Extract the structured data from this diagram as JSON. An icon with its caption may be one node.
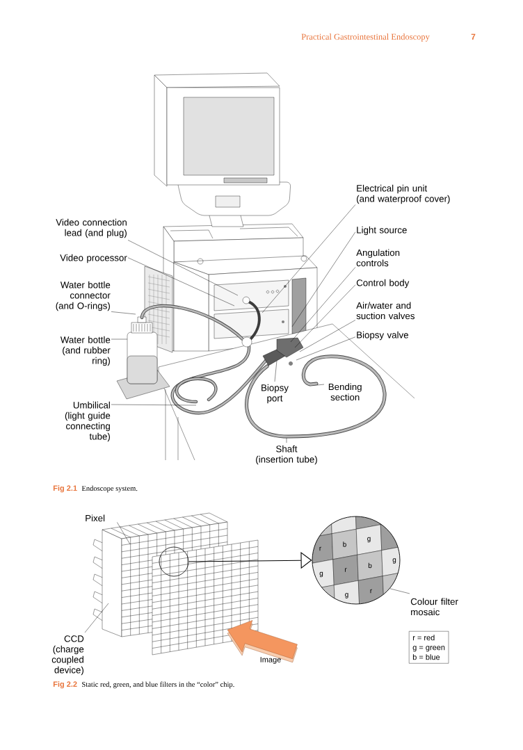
{
  "diagram": {
    "nodes": [
      {
        "text": [
          "Electrical pin unit (and waterproof cover)"
        ]
      },
      {
        "text": [
          "Video connection lead (and plug)"
        ]
      },
      {
        "text": [
          "Light source"
        ]
      },
      {
        "text": [
          "Angulation controls"
        ]
      },
      {
        "text": [
          "Video processor"
        ]
      },
      {
        "text": [
          "Control body"
        ]
      },
      {
        "text": [
          "Water bottle connector (and O-rings)"
        ]
      },
      {
        "text": [
          "Air/water and suction valves"
        ]
      },
      {
        "text": [
          "Water bottle (and rubber ring)"
        ]
      },
      {
        "text": [
          "Biopsy valve"
        ]
      },
      {
        "text": [
          "Biopsy port"
        ]
      },
      {
        "text": [
          "Bending section"
        ]
      },
      {
        "text": [
          "Umbilical (light guide connecting tube)"
        ]
      },
      {
        "text": [
          "Shaft (insertion tube)"
        ]
      },
      {
        "text": [
          "Pixel"
        ]
      },
      {
        "text": [],
        "shape": "circle"
      },
      {
        "text": [
          "r",
          "b",
          "g",
          "g",
          "r",
          "b",
          "g",
          "g",
          "r"
        ]
      },
      {
        "text": [
          "Colour filter mosaic"
        ]
      },
      {
        "text": [
          "CCD (charge coupled device)"
        ]
      },
      {
        "text": [
          "r = red",
          "g = green",
          "b = blue"
        ]
      }
    ],
    "edges": [
      {
        "from": 0,
        "to": null,
        "arrow": "none"
      },
      {
        "from": 1,
        "to": null,
        "arrow": "none"
      },
      {
        "from": 2,
        "to": null,
        "arrow": "none"
      },
      {
        "from": 3,
        "to": null,
        "arrow": "none"
      },
      {
        "from": 4,
        "to": null,
        "arrow": "none"
      },
      {
        "from": 5,
        "to": null,
        "arrow": "none"
      },
      {
        "from": 6,
        "to": null,
        "arrow": "none"
      },
      {
        "from": 7,
        "to": null,
        "arrow": "none"
      },
      {
        "from": 8,
        "to": null,
        "arrow": "none"
      },
      {
        "from": 9,
        "to": null,
        "arrow": "none"
      },
      {
        "from": 10,
        "to": null,
        "arrow": "none"
      },
      {
        "from": 11,
        "to": null,
        "arrow": "none"
      },
      {
        "from": 12,
        "to": null,
        "arrow": "none"
      },
      {
        "from": 13,
        "to": null,
        "arrow": "none"
      },
      {
        "from": 14,
        "to": null,
        "arrow": "none"
      },
      {
        "from": 15,
        "to": 16,
        "arrow": "to"
      },
      {
        "from": 17,
        "to": 16,
        "arrow": "none"
      },
      {
        "from": 18,
        "to": null,
        "arrow": "none"
      }
    ],
    "labels": [
      "Practical Gastrointestinal Endoscopy",
      "7",
      "Fig 2.1",
      "Endoscope system.",
      "Image",
      "Fig 2.2",
      "Static red, green, and blue filters in the “color” chip."
    ]
  }
}
